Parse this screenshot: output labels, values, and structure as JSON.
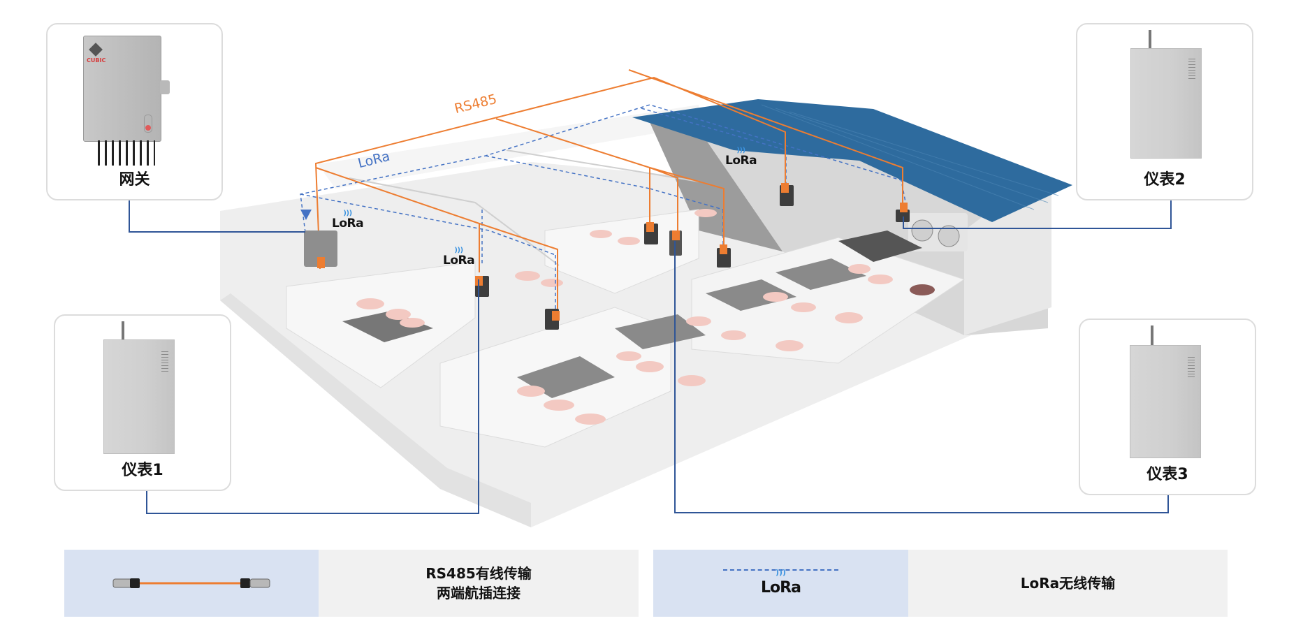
{
  "diagram": {
    "labels": {
      "rs485": "RS485",
      "lora_line": "LoRa"
    },
    "lora_badges": [
      "LoRa",
      "LoRa",
      "LoRa"
    ],
    "cards": {
      "gateway": {
        "label": "网关",
        "brand": "CUBIC"
      },
      "meter1": {
        "label": "仪表1"
      },
      "meter2": {
        "label": "仪表2"
      },
      "meter3": {
        "label": "仪表3"
      }
    },
    "legend": {
      "rs485_title": "RS485有线传输",
      "rs485_subtitle": "两端航插连接",
      "lora_icon_text": "LoRa",
      "lora_title": "LoRa无线传输"
    },
    "colors": {
      "rs485": "#ed7d31",
      "lora": "#4472c4",
      "wire_blue": "#2f5597",
      "roof": "#2e6b9e",
      "legend_blue": "#d9e2f2",
      "legend_gray": "#f1f1f1"
    }
  }
}
